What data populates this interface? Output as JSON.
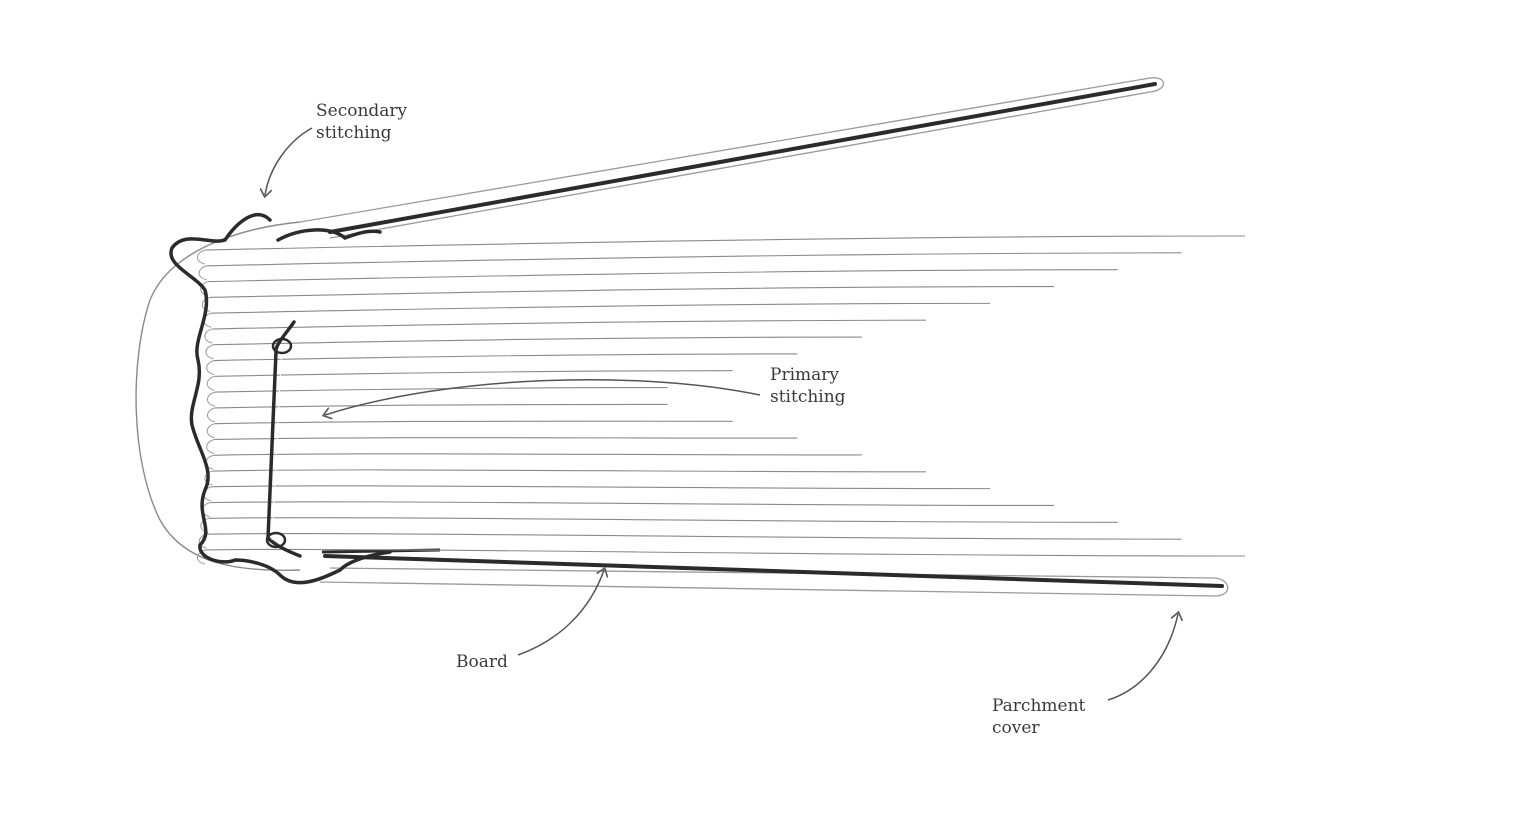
{
  "diagram": {
    "labels": {
      "secondary_stitching": "Secondary\nstitching",
      "primary_stitching": "Primary\nstitching",
      "board": "Board",
      "parchment_cover": "Parchment\ncover"
    },
    "colors": {
      "ink_dark": "#2b2b2b",
      "ink_light": "#8a8a8a",
      "paper": "#ffffff"
    }
  }
}
